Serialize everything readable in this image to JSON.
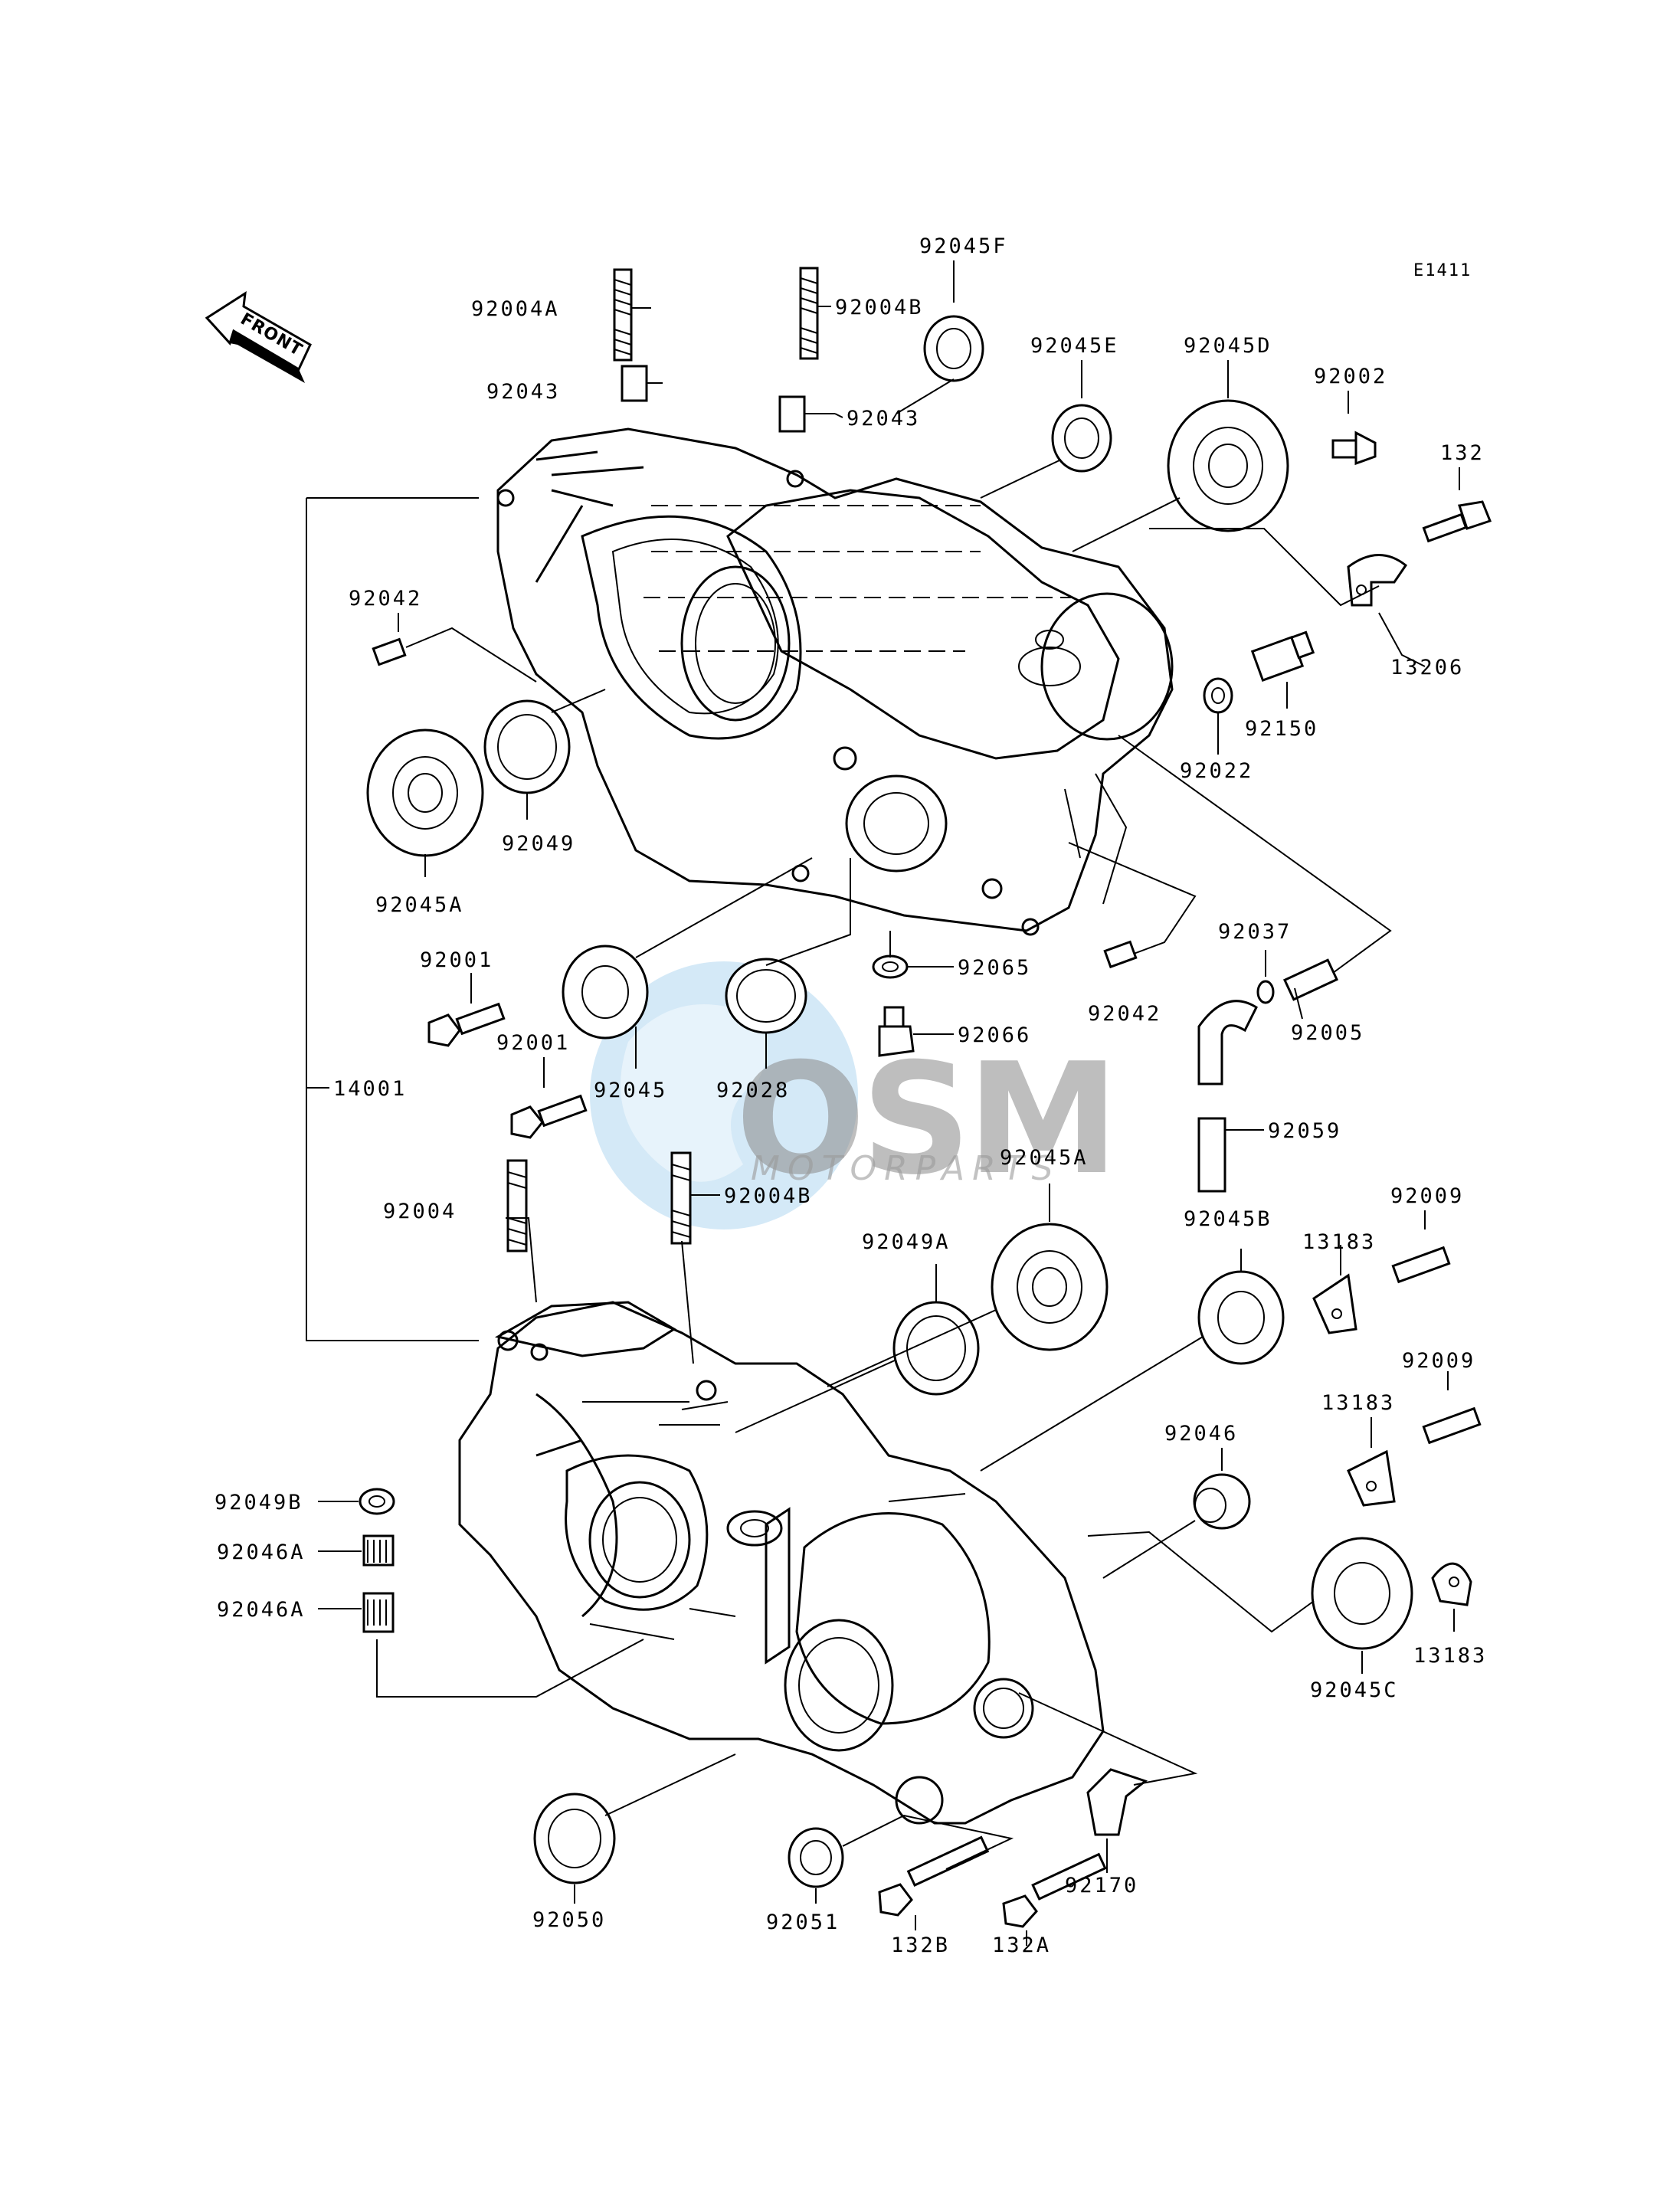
{
  "diagram": {
    "code": "E1411",
    "front_label": "FRONT",
    "watermark": {
      "logo": "OSM",
      "subtitle": "MOTORPARTS",
      "color": "#3a9bd9"
    },
    "parts": {
      "p92004A": "92004A",
      "p92004B_top": "92004B",
      "p92045F": "92045F",
      "p92045E": "92045E",
      "p92045D": "92045D",
      "p92002": "92002",
      "p132": "132",
      "p92043_left": "92043",
      "p92043_right": "92043",
      "p92042_top": "92042",
      "p13206": "13206",
      "p92150": "92150",
      "p92022": "92022",
      "p92049": "92049",
      "p92045A_left": "92045A",
      "p92001_a": "92001",
      "p92001_b": "92001",
      "p92045": "92045",
      "p92028": "92028",
      "p92065": "92065",
      "p92066": "92066",
      "p92037": "92037",
      "p92042_mid": "92042",
      "p92005": "92005",
      "p92059": "92059",
      "p14001": "14001",
      "p92004": "92004",
      "p92004B_bottom": "92004B",
      "p92045A_right": "92045A",
      "p92049A": "92049A",
      "p92045B": "92045B",
      "p13183_a": "13183",
      "p92009_a": "92009",
      "p92009_b": "92009",
      "p13183_b": "13183",
      "p92046": "92046",
      "p92049B": "92049B",
      "p92046A_a": "92046A",
      "p92046A_b": "92046A",
      "p13183_c": "13183",
      "p92045C": "92045C",
      "p92050": "92050",
      "p92051": "92051",
      "p132B": "132B",
      "p132A": "132A",
      "p92170": "92170"
    }
  }
}
